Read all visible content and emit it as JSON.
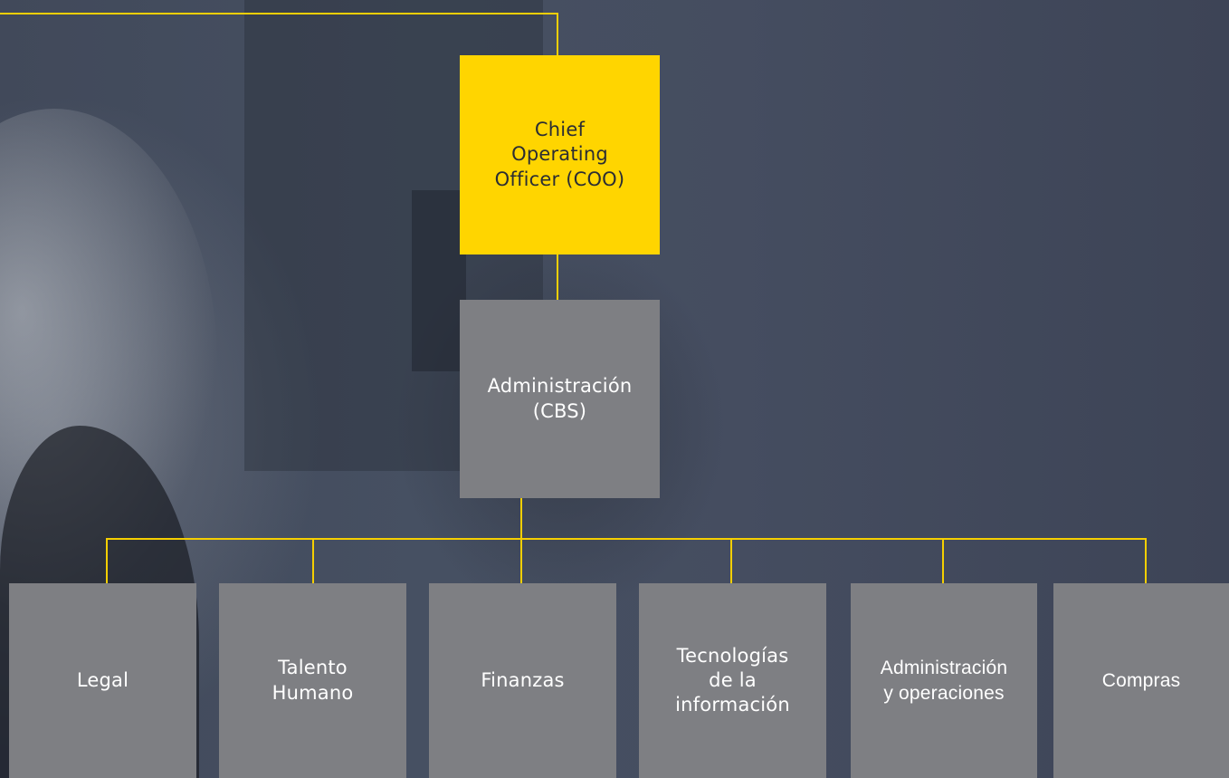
{
  "colors": {
    "accent_yellow": "#ffd500",
    "connector": "#f5cf00",
    "box_gray": "#7e7f83",
    "background": "#3f4555"
  },
  "coo": {
    "label": "Chief\nOperating\nOfficer (COO)"
  },
  "admin": {
    "label": "Administración\n(CBS)"
  },
  "departments": [
    {
      "label": "Legal"
    },
    {
      "label": "Talento\nHumano"
    },
    {
      "label": "Finanzas"
    },
    {
      "label": "Tecnologías\nde la\ninformación"
    },
    {
      "label": "Administración\ny operaciones"
    },
    {
      "label": "Compras"
    }
  ]
}
